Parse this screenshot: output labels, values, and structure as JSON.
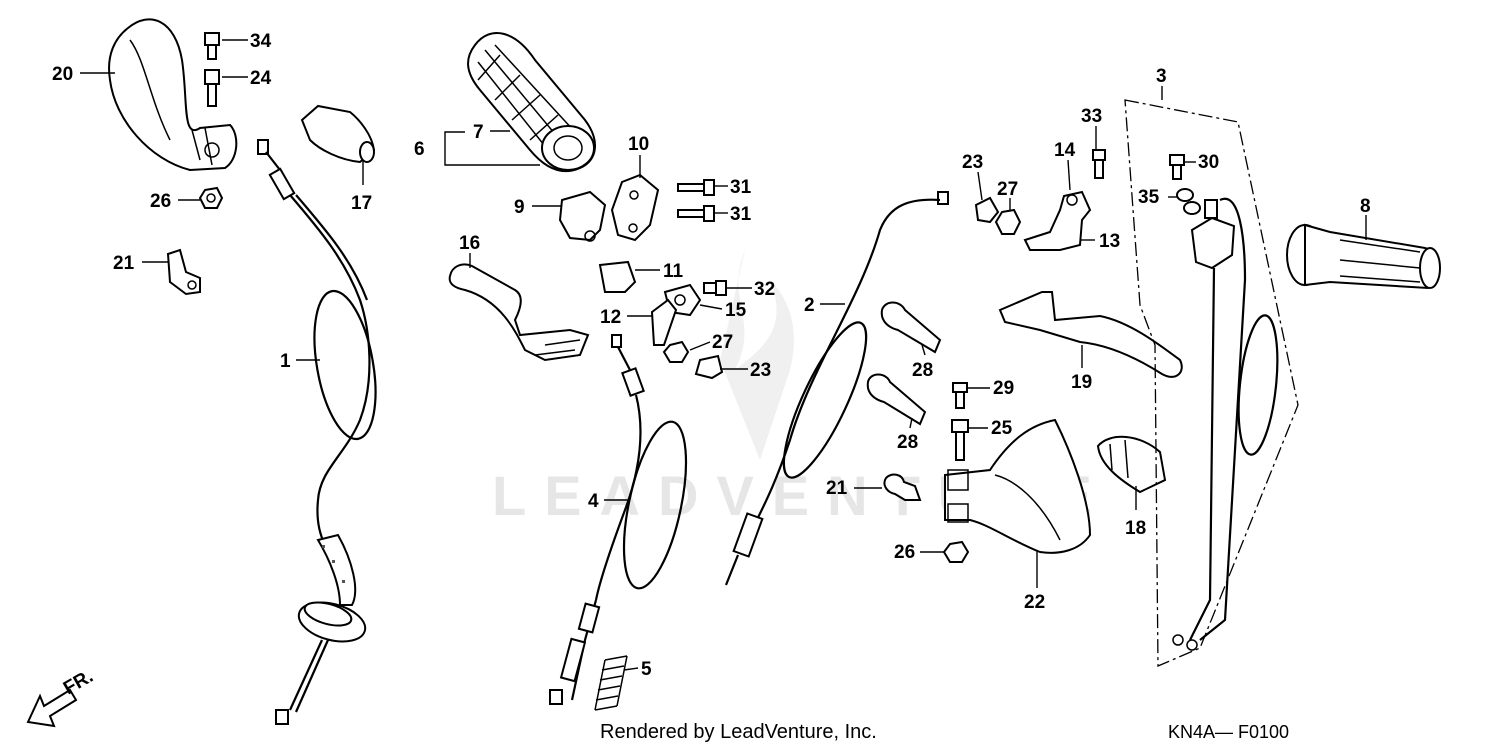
{
  "watermark": "LEADVENTURE",
  "footer": {
    "rendered_by": "Rendered by LeadVenture, Inc.",
    "diagram_code": "KN4A— F0100"
  },
  "front_arrow_label": "FR.",
  "callouts": [
    {
      "id": "c20a",
      "text": "20"
    },
    {
      "id": "c34",
      "text": "34"
    },
    {
      "id": "c24",
      "text": "24"
    },
    {
      "id": "c26a",
      "text": "26"
    },
    {
      "id": "c21a",
      "text": "21"
    },
    {
      "id": "c17",
      "text": "17"
    },
    {
      "id": "c1",
      "text": "1"
    },
    {
      "id": "c6",
      "text": "6"
    },
    {
      "id": "c7",
      "text": "7"
    },
    {
      "id": "c10",
      "text": "10"
    },
    {
      "id": "c9",
      "text": "9"
    },
    {
      "id": "c31a",
      "text": "31"
    },
    {
      "id": "c31b",
      "text": "31"
    },
    {
      "id": "c16",
      "text": "16"
    },
    {
      "id": "c11",
      "text": "11"
    },
    {
      "id": "c32",
      "text": "32"
    },
    {
      "id": "c12",
      "text": "12"
    },
    {
      "id": "c15",
      "text": "15"
    },
    {
      "id": "c27a",
      "text": "27"
    },
    {
      "id": "c23a",
      "text": "23"
    },
    {
      "id": "c4",
      "text": "4"
    },
    {
      "id": "c5",
      "text": "5"
    },
    {
      "id": "c2",
      "text": "2"
    },
    {
      "id": "c23b",
      "text": "23"
    },
    {
      "id": "c27b",
      "text": "27"
    },
    {
      "id": "c33",
      "text": "33"
    },
    {
      "id": "c14",
      "text": "14"
    },
    {
      "id": "c13",
      "text": "13"
    },
    {
      "id": "c28a",
      "text": "28"
    },
    {
      "id": "c28b",
      "text": "28"
    },
    {
      "id": "c29",
      "text": "29"
    },
    {
      "id": "c25",
      "text": "25"
    },
    {
      "id": "c21b",
      "text": "21"
    },
    {
      "id": "c26b",
      "text": "26"
    },
    {
      "id": "c22",
      "text": "22"
    },
    {
      "id": "c19",
      "text": "19"
    },
    {
      "id": "c18",
      "text": "18"
    },
    {
      "id": "c3",
      "text": "3"
    },
    {
      "id": "c30",
      "text": "30"
    },
    {
      "id": "c35",
      "text": "35"
    },
    {
      "id": "c8",
      "text": "8"
    }
  ]
}
